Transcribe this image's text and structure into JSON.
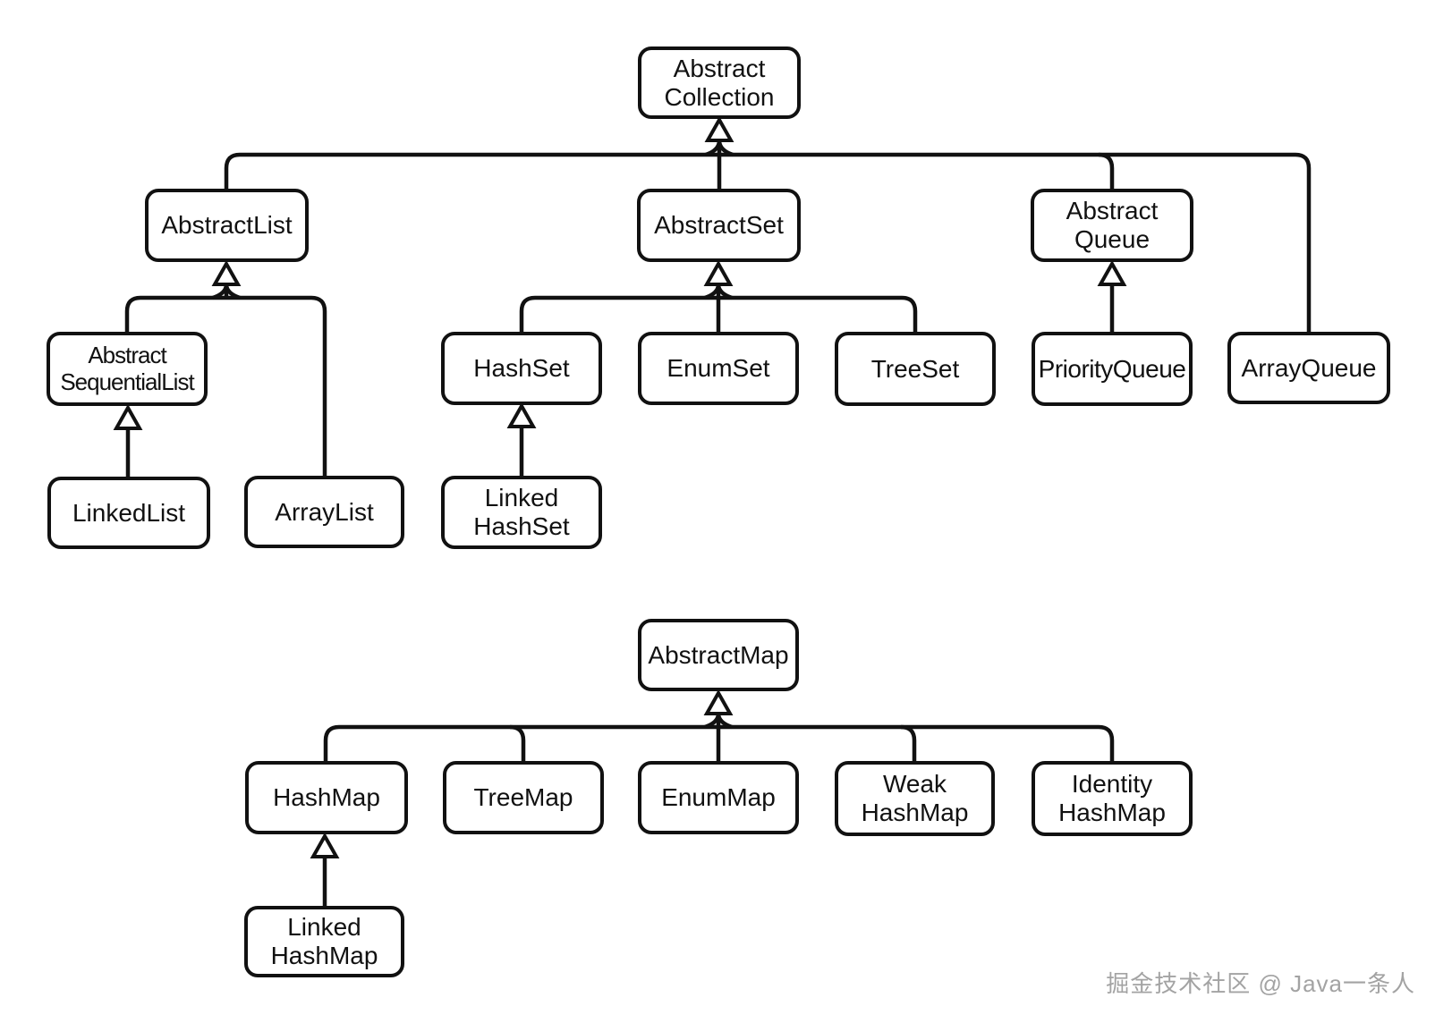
{
  "diagram": {
    "description": "Java collections class inheritance diagram",
    "nodes": {
      "abstract_collection": {
        "label": "Abstract\nCollection"
      },
      "abstract_list": {
        "label": "AbstractList"
      },
      "abstract_set": {
        "label": "AbstractSet"
      },
      "abstract_queue": {
        "label": "Abstract\nQueue"
      },
      "abstract_sequential_list": {
        "label": "Abstract\nSequentialList"
      },
      "hash_set": {
        "label": "HashSet"
      },
      "enum_set": {
        "label": "EnumSet"
      },
      "tree_set": {
        "label": "TreeSet"
      },
      "priority_queue": {
        "label": "PriorityQueue"
      },
      "array_queue": {
        "label": "ArrayQueue"
      },
      "linked_list": {
        "label": "LinkedList"
      },
      "array_list": {
        "label": "ArrayList"
      },
      "linked_hash_set": {
        "label": "Linked\nHashSet"
      },
      "abstract_map": {
        "label": "AbstractMap"
      },
      "hash_map": {
        "label": "HashMap"
      },
      "tree_map": {
        "label": "TreeMap"
      },
      "enum_map": {
        "label": "EnumMap"
      },
      "weak_hash_map": {
        "label": "Weak\nHashMap"
      },
      "identity_hash_map": {
        "label": "Identity\nHashMap"
      },
      "linked_hash_map": {
        "label": "Linked\nHashMap"
      }
    },
    "edges": [
      {
        "child": "AbstractList",
        "parent": "AbstractCollection",
        "relation": "extends"
      },
      {
        "child": "AbstractSet",
        "parent": "AbstractCollection",
        "relation": "extends"
      },
      {
        "child": "AbstractQueue",
        "parent": "AbstractCollection",
        "relation": "extends"
      },
      {
        "child": "ArrayQueue",
        "parent": "AbstractCollection",
        "relation": "extends"
      },
      {
        "child": "AbstractSequentialList",
        "parent": "AbstractList",
        "relation": "extends"
      },
      {
        "child": "ArrayList",
        "parent": "AbstractList",
        "relation": "extends"
      },
      {
        "child": "LinkedList",
        "parent": "AbstractSequentialList",
        "relation": "extends"
      },
      {
        "child": "HashSet",
        "parent": "AbstractSet",
        "relation": "extends"
      },
      {
        "child": "EnumSet",
        "parent": "AbstractSet",
        "relation": "extends"
      },
      {
        "child": "TreeSet",
        "parent": "AbstractSet",
        "relation": "extends"
      },
      {
        "child": "LinkedHashSet",
        "parent": "HashSet",
        "relation": "extends"
      },
      {
        "child": "PriorityQueue",
        "parent": "AbstractQueue",
        "relation": "extends"
      },
      {
        "child": "HashMap",
        "parent": "AbstractMap",
        "relation": "extends"
      },
      {
        "child": "TreeMap",
        "parent": "AbstractMap",
        "relation": "extends"
      },
      {
        "child": "EnumMap",
        "parent": "AbstractMap",
        "relation": "extends"
      },
      {
        "child": "WeakHashMap",
        "parent": "AbstractMap",
        "relation": "extends"
      },
      {
        "child": "IdentityHashMap",
        "parent": "AbstractMap",
        "relation": "extends"
      },
      {
        "child": "LinkedHashMap",
        "parent": "HashMap",
        "relation": "extends"
      }
    ],
    "colors": {
      "line": "#111111",
      "box_fill": "#ffffff",
      "box_border": "#111111",
      "background": "#ffffff"
    }
  },
  "watermark": {
    "text": "掘金技术社区 @ Java一条人",
    "color": "#a3a3a3"
  }
}
